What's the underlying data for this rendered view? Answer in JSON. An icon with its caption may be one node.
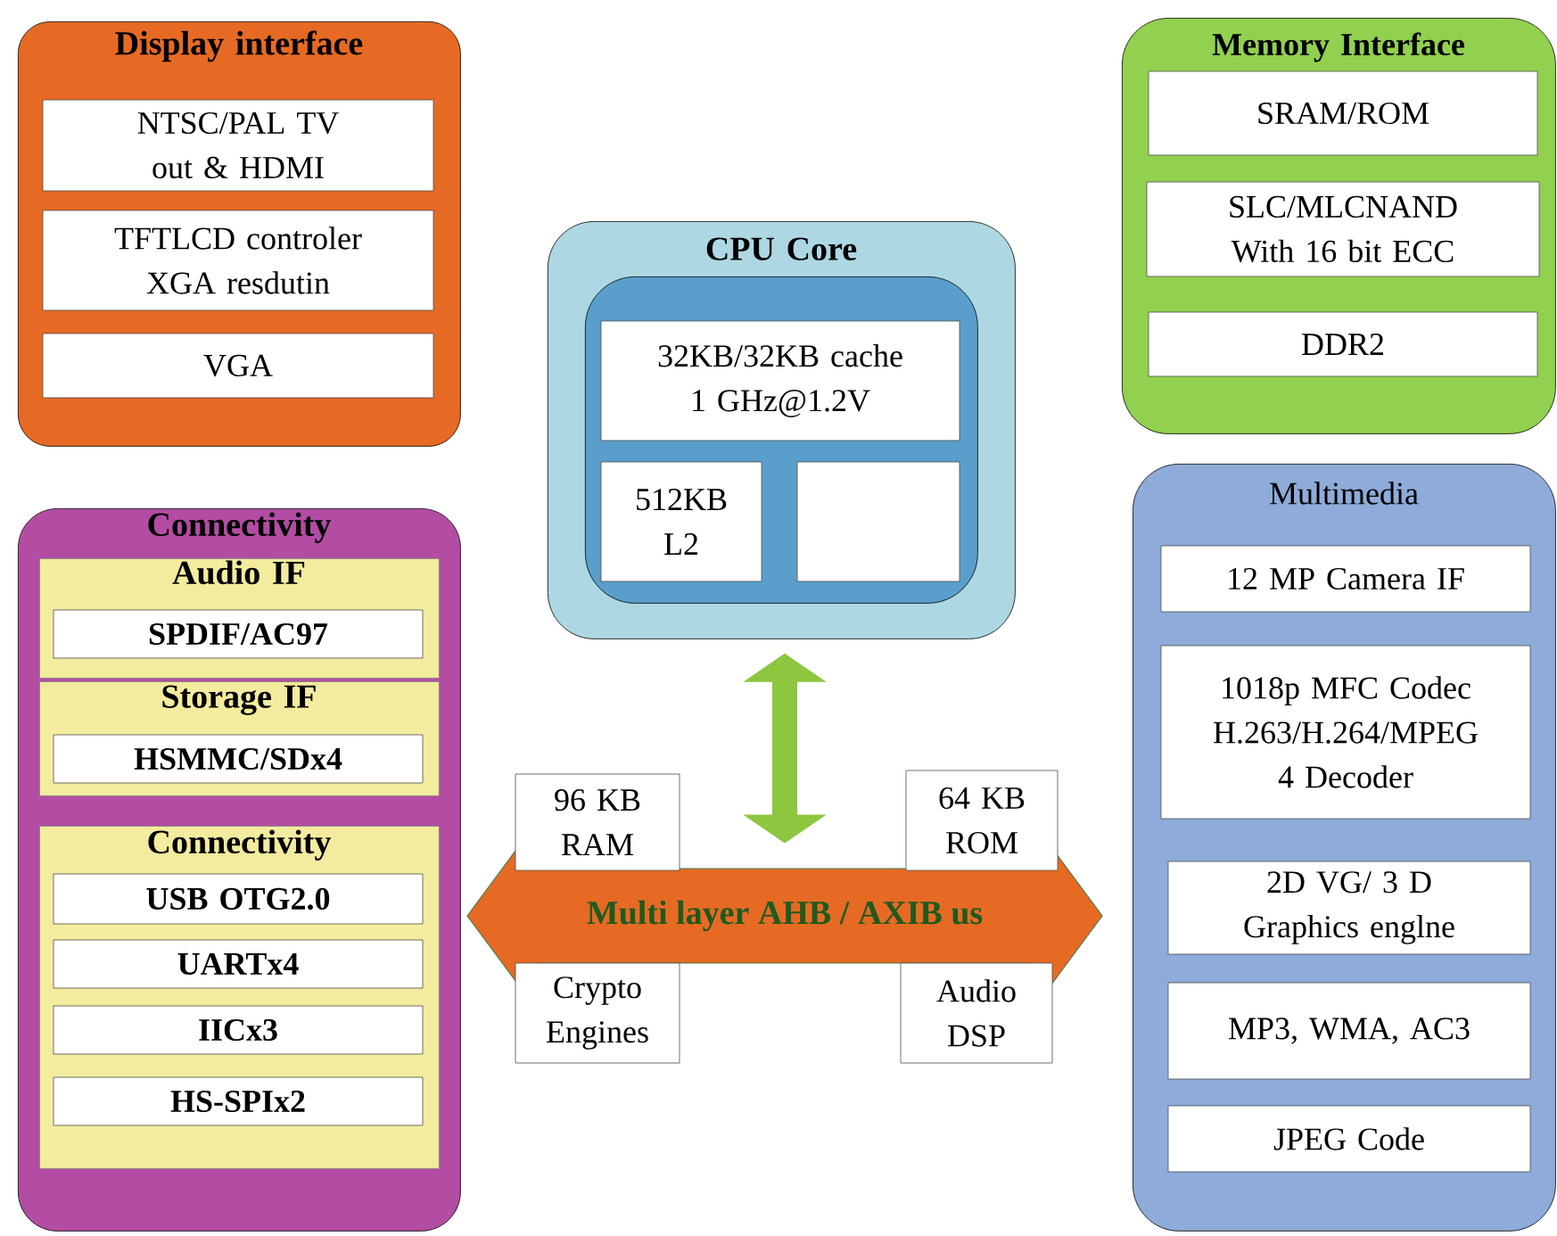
{
  "diagram": {
    "nodes": [
      {
        "text": [
          "Display interface"
        ]
      },
      {
        "text": [
          "NTSC/PAL TV out & HDMI"
        ],
        "in": 0
      },
      {
        "text": [
          "TFTLCD controler XGA resdutin"
        ],
        "in": 0
      },
      {
        "text": [
          "VGA"
        ],
        "in": 0
      },
      {
        "text": [
          "Connectivity"
        ]
      },
      {
        "text": [
          "Audio IF"
        ],
        "in": 4
      },
      {
        "text": [
          "SPDIF/AC97"
        ],
        "in": 5
      },
      {
        "text": [
          "Storage IF"
        ],
        "in": 4
      },
      {
        "text": [
          "HSMMC/SDx4"
        ],
        "in": 7
      },
      {
        "text": [
          "Connectivity"
        ],
        "in": 4
      },
      {
        "text": [
          "USB OTG2.0"
        ],
        "in": 9
      },
      {
        "text": [
          "UARTx4"
        ],
        "in": 9
      },
      {
        "text": [
          "IICx3"
        ],
        "in": 9
      },
      {
        "text": [
          "HS-SPIx2"
        ],
        "in": 9
      },
      {
        "text": [
          "CPU Core"
        ]
      },
      {
        "text": [],
        "shape": "box",
        "in": 14
      },
      {
        "text": [
          "32KB/32KB cache 1 GHz@1.2V"
        ],
        "in": 15
      },
      {
        "text": [
          "512KB L2"
        ],
        "in": 15
      },
      {
        "text": [],
        "shape": "box",
        "in": 15
      },
      {
        "text": [
          "Memory Interface"
        ]
      },
      {
        "text": [
          "SRAM/ROM"
        ],
        "in": 19
      },
      {
        "text": [
          "SLC/MLCNAND With 16 bit ECC"
        ],
        "in": 19
      },
      {
        "text": [
          "DDR2"
        ],
        "in": 19
      },
      {
        "text": [
          "Multimedia"
        ]
      },
      {
        "text": [
          "12 MP Camera IF"
        ],
        "in": 23
      },
      {
        "text": [
          "1018p MFC Codec H.263/H.264/MPEG 4 Decoder"
        ],
        "in": 23
      },
      {
        "text": [
          "2D VG/ 3 D Graphics englne"
        ],
        "in": 23
      },
      {
        "text": [
          "MP3, WMA, AC3"
        ],
        "in": 23
      },
      {
        "text": [
          "JPEG Code"
        ],
        "in": 23
      },
      {
        "text": [
          "Multi layer AHB / AXIB us"
        ]
      },
      {
        "text": [
          "96 KB RAM"
        ]
      },
      {
        "text": [
          "64 KB ROM"
        ]
      },
      {
        "text": [
          "Crypto Engines"
        ]
      },
      {
        "text": [
          "Audio DSP"
        ]
      }
    ],
    "edges": [
      {
        "from": 14,
        "to": 29,
        "arrow": "both"
      }
    ]
  }
}
